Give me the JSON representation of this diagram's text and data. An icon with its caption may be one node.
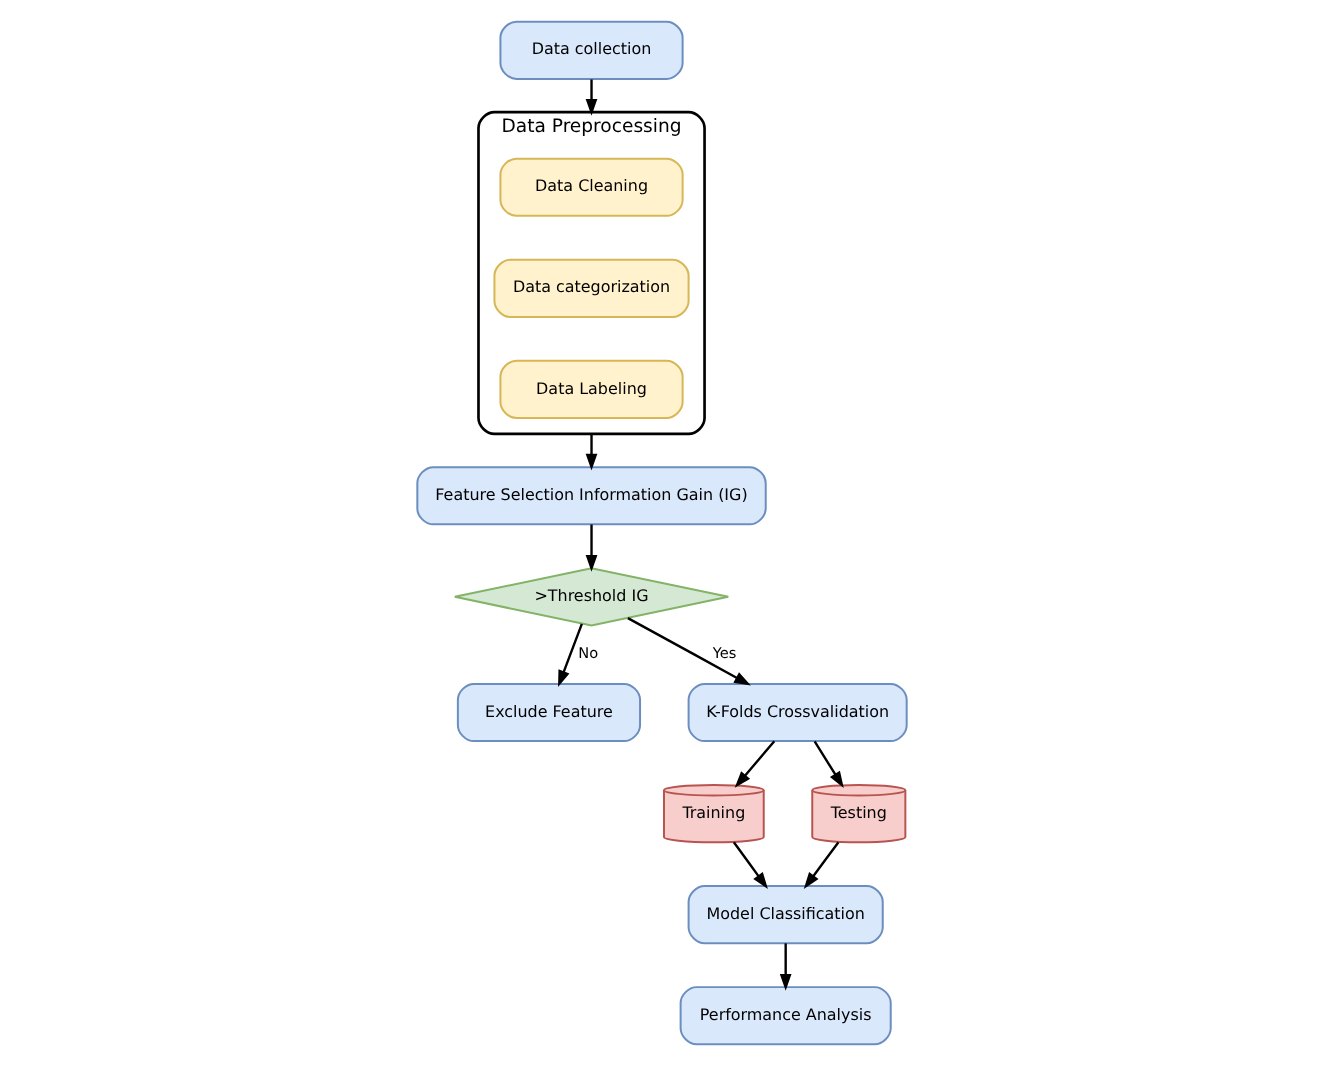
{
  "diagram": {
    "nodes": [
      {
        "text": [
          "Data collection"
        ]
      },
      {
        "text": [
          "Data Preprocessing"
        ]
      },
      {
        "text": [
          "Data Cleaning"
        ],
        "in": 1
      },
      {
        "text": [
          "Data categorization"
        ],
        "in": 1
      },
      {
        "text": [
          "Data Labeling"
        ],
        "in": 1
      },
      {
        "text": [
          "Feature Selection Information Gain (IG)"
        ]
      },
      {
        "text": [
          ">Threshold IG"
        ]
      },
      {
        "text": [
          "Exclude Feature"
        ]
      },
      {
        "text": [
          "K-Folds Crossvalidation"
        ]
      },
      {
        "text": [
          "Training"
        ]
      },
      {
        "text": [
          "Testing"
        ]
      },
      {
        "text": [
          "Model Classification"
        ]
      },
      {
        "text": [
          "Performance Analysis"
        ]
      }
    ],
    "edges": [
      {
        "from": 0,
        "to": 1,
        "arrow": "to"
      },
      {
        "from": 1,
        "to": 5,
        "arrow": "to"
      },
      {
        "from": 5,
        "to": 6,
        "arrow": "to"
      },
      {
        "from": 6,
        "to": 7,
        "arrow": "to",
        "label": "No"
      },
      {
        "from": 6,
        "to": 8,
        "arrow": "to",
        "label": "Yes"
      },
      {
        "from": 8,
        "to": 9,
        "arrow": "to"
      },
      {
        "from": 8,
        "to": 10,
        "arrow": "to"
      },
      {
        "from": 9,
        "to": 11,
        "arrow": "to"
      },
      {
        "from": 10,
        "to": 11,
        "arrow": "to"
      },
      {
        "from": 11,
        "to": 12,
        "arrow": "to"
      }
    ]
  }
}
